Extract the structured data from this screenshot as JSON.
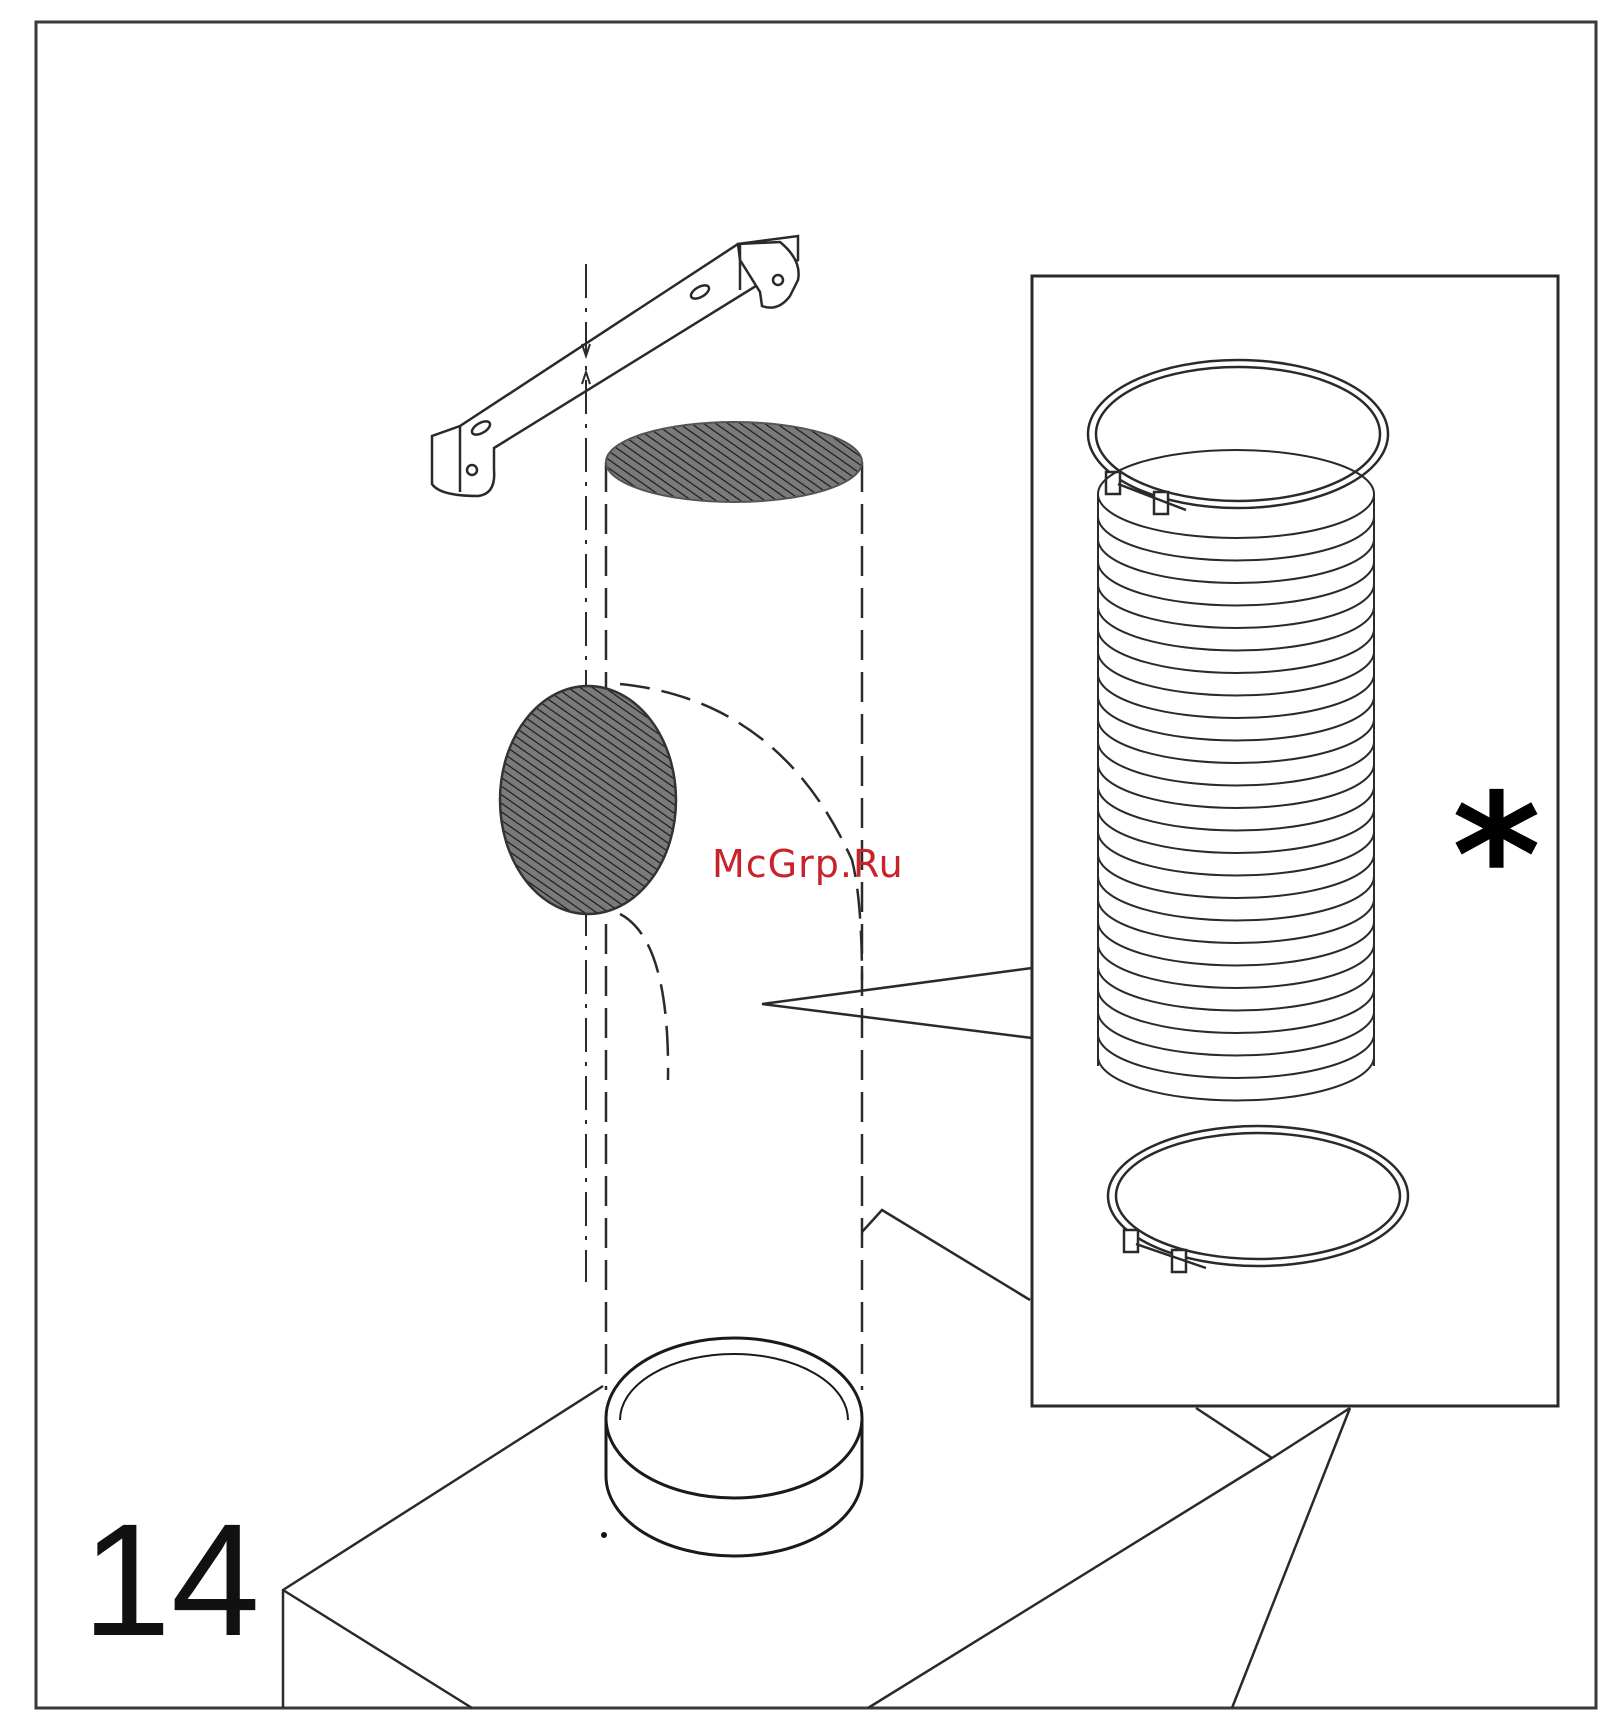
{
  "step": {
    "number": "14"
  },
  "watermark": {
    "text": "McGrp.Ru"
  },
  "callout": {
    "marker": "*"
  },
  "parts": [
    "mounting-bracket",
    "duct-outlet-cover",
    "side-outlet-cover",
    "connection-ring",
    "flexible-duct",
    "hose-clamp-top",
    "hose-clamp-bottom"
  ]
}
